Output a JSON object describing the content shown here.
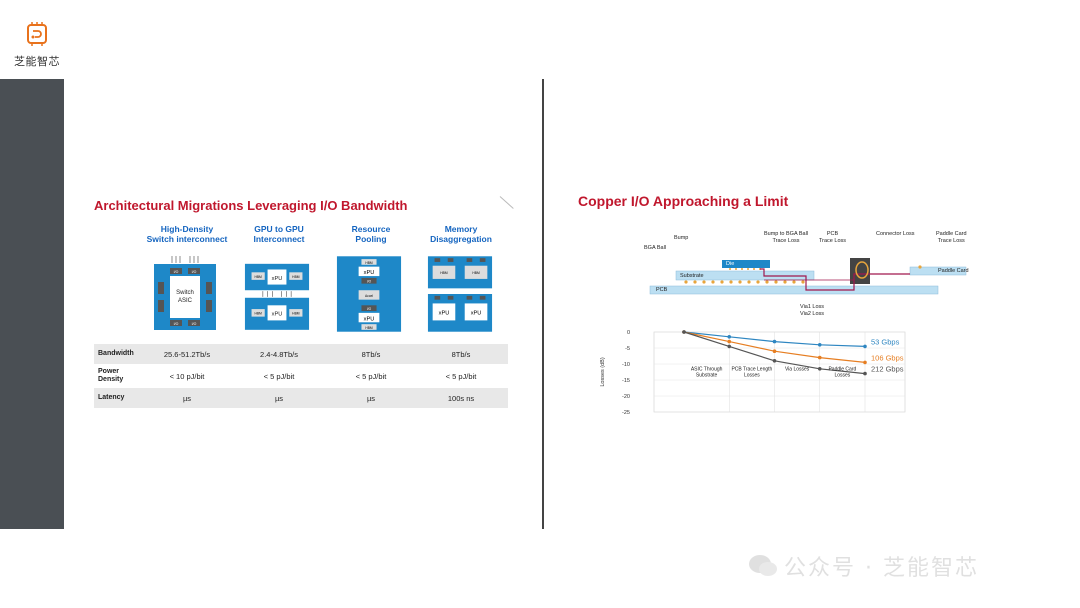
{
  "logo": {
    "text": "芝能智芯"
  },
  "left": {
    "title": "Architectural Migrations Leveraging I/O Bandwidth",
    "columns": [
      {
        "line1": "High-Density",
        "line2": "Switch interconnect"
      },
      {
        "line1": "GPU to GPU",
        "line2": "Interconnect"
      },
      {
        "line1": "Resource",
        "line2": "Pooling"
      },
      {
        "line1": "Memory",
        "line2": "Disaggregation"
      }
    ],
    "diagram_labels": {
      "switch_asic_1": "Switch",
      "switch_asic_2": "ASIC",
      "io": "I/O",
      "xpu": "xPU",
      "hbm": "HBM",
      "accel": "Accel"
    },
    "rows": [
      {
        "label1": "Bandwidth",
        "label2": "",
        "values": [
          "25.6-51.2Tb/s",
          "2.4-4.8Tb/s",
          "8Tb/s",
          "8Tb/s"
        ]
      },
      {
        "label1": "Power",
        "label2": "Density",
        "values": [
          "< 10 pJ/bit",
          "< 5 pJ/bit",
          "< 5 pJ/bit",
          "< 5 pJ/bit"
        ]
      },
      {
        "label1": "Latency",
        "label2": "",
        "values": [
          "µs",
          "µs",
          "µs",
          "100s ns"
        ]
      }
    ]
  },
  "right": {
    "title": "Copper I/O Approaching a Limit",
    "labels": {
      "bga_ball": "BGA Ball",
      "bump": "Bump",
      "bump_to_bga_1": "Bump to BGA Ball",
      "bump_to_bga_2": "Trace Loss",
      "pcb_loss_1": "PCB",
      "pcb_loss_2": "Trace Loss",
      "connector_loss": "Connector Loss",
      "paddle_loss_1": "Paddle Card",
      "paddle_loss_2": "Trace Loss",
      "die": "Die",
      "substrate": "Substrate",
      "pcb": "PCB",
      "paddle_card": "Paddle Card",
      "via_1": "Via1 Loss",
      "via_2": "Via2 Loss"
    }
  },
  "chart_data": {
    "type": "line",
    "ylabel": "Losses (dB)",
    "ylim": [
      -25,
      0
    ],
    "yticks": [
      0,
      -5,
      -10,
      -15,
      -20,
      -25
    ],
    "x": [
      0,
      1,
      2,
      3,
      4
    ],
    "categories": [
      "ASIC Through Substrate",
      "PCB Trace Length Losses",
      "Via Losses",
      "Paddle Card Losses"
    ],
    "category_lines": [
      [
        "ASIC Through",
        "Substrate"
      ],
      [
        "PCB Trace Length",
        "Losses"
      ],
      [
        "Via Losses"
      ],
      [
        "Paddle Card",
        "Losses"
      ]
    ],
    "series": [
      {
        "name": "53 Gbps",
        "color": "#2e86c1",
        "values": [
          0,
          -1.5,
          -3,
          -4,
          -4.5
        ]
      },
      {
        "name": "106 Gbps",
        "color": "#e67e22",
        "values": [
          0,
          -3,
          -6,
          -8,
          -9.5
        ]
      },
      {
        "name": "212 Gbps",
        "color": "#555555",
        "values": [
          0,
          -4.5,
          -9,
          -11.5,
          -13
        ]
      }
    ],
    "grid": true
  },
  "watermark": {
    "text": "公众号 · 芝能智芯"
  }
}
